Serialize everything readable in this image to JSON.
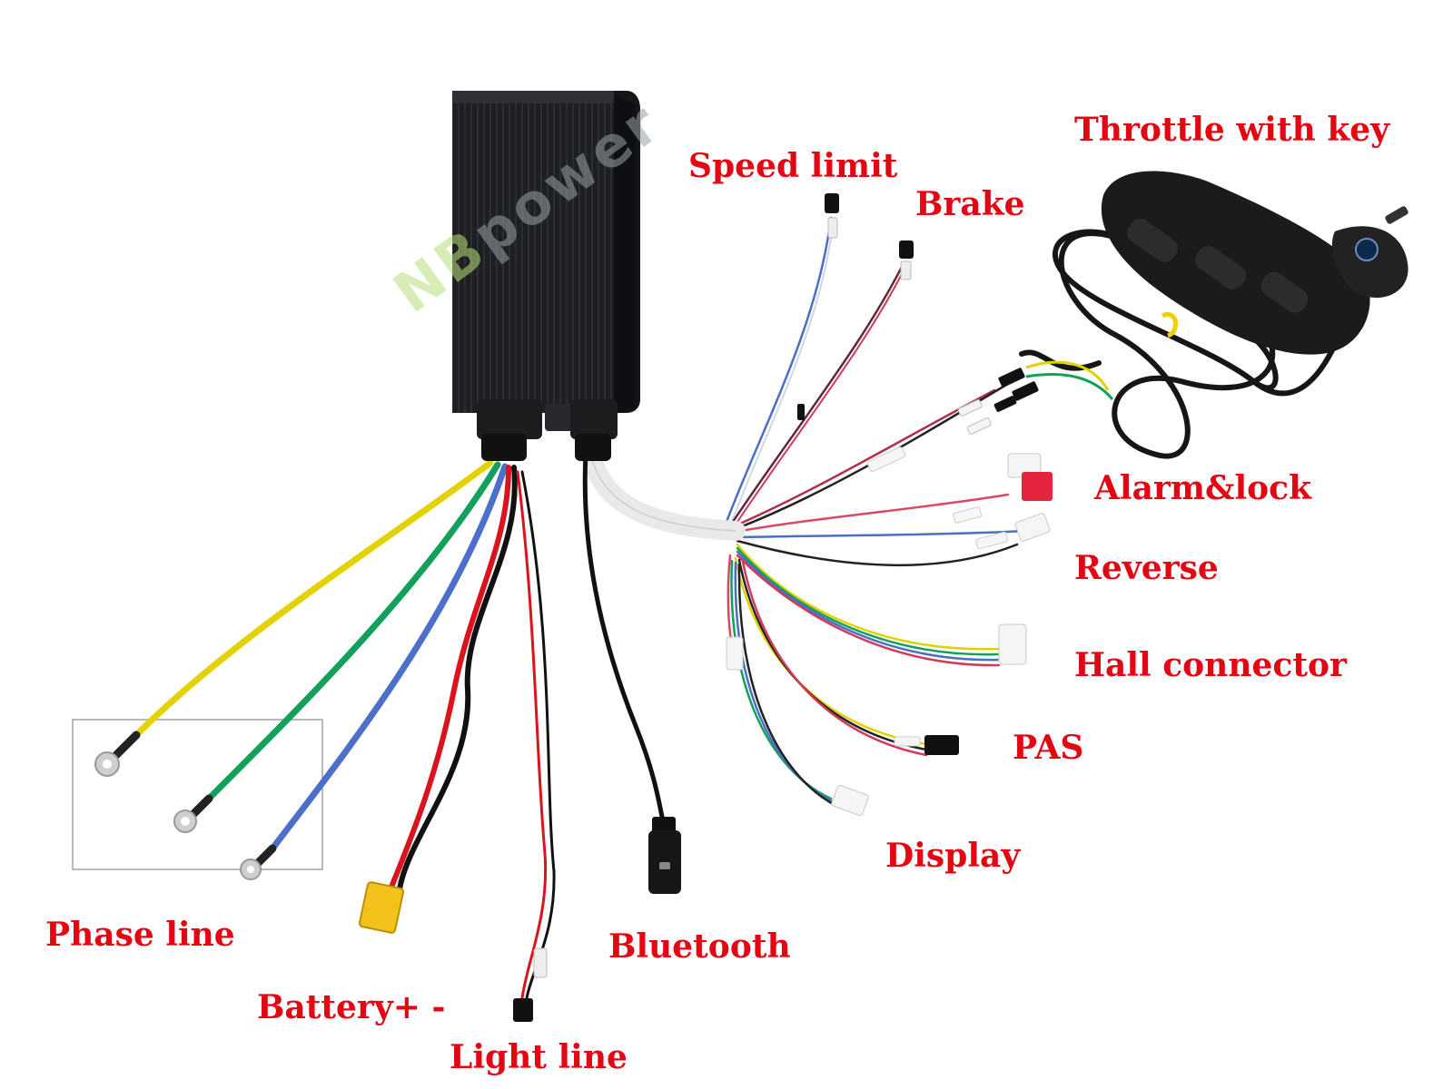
{
  "labels": {
    "throttle": "Throttle with key",
    "speed_limit": "Speed limit",
    "brake": "Brake",
    "alarm_lock": "Alarm&lock",
    "reverse": "Reverse",
    "hall_connector": "Hall connector",
    "pas": "PAS",
    "display": "Display",
    "phase_line": "Phase line",
    "bluetooth": "Bluetooth",
    "battery": "Battery+ -",
    "light_line": "Light line"
  },
  "watermark": {
    "part1": "NB",
    "part2": "power"
  },
  "colors": {
    "label": "#e30613",
    "controller_body": "#1d1f22",
    "phase_yellow": "#e4d200",
    "phase_green": "#13a05a",
    "phase_blue": "#4c6fc9",
    "battery_red": "#d9141c",
    "battery_black": "#111111",
    "connector_white": "#f2f2f2",
    "connector_red": "#e3253e",
    "xt_connector": "#f2c21a",
    "throttle_body": "#1a1b1c",
    "watermark_green": "#b9e07a",
    "watermark_grey": "#9aa0a6"
  }
}
